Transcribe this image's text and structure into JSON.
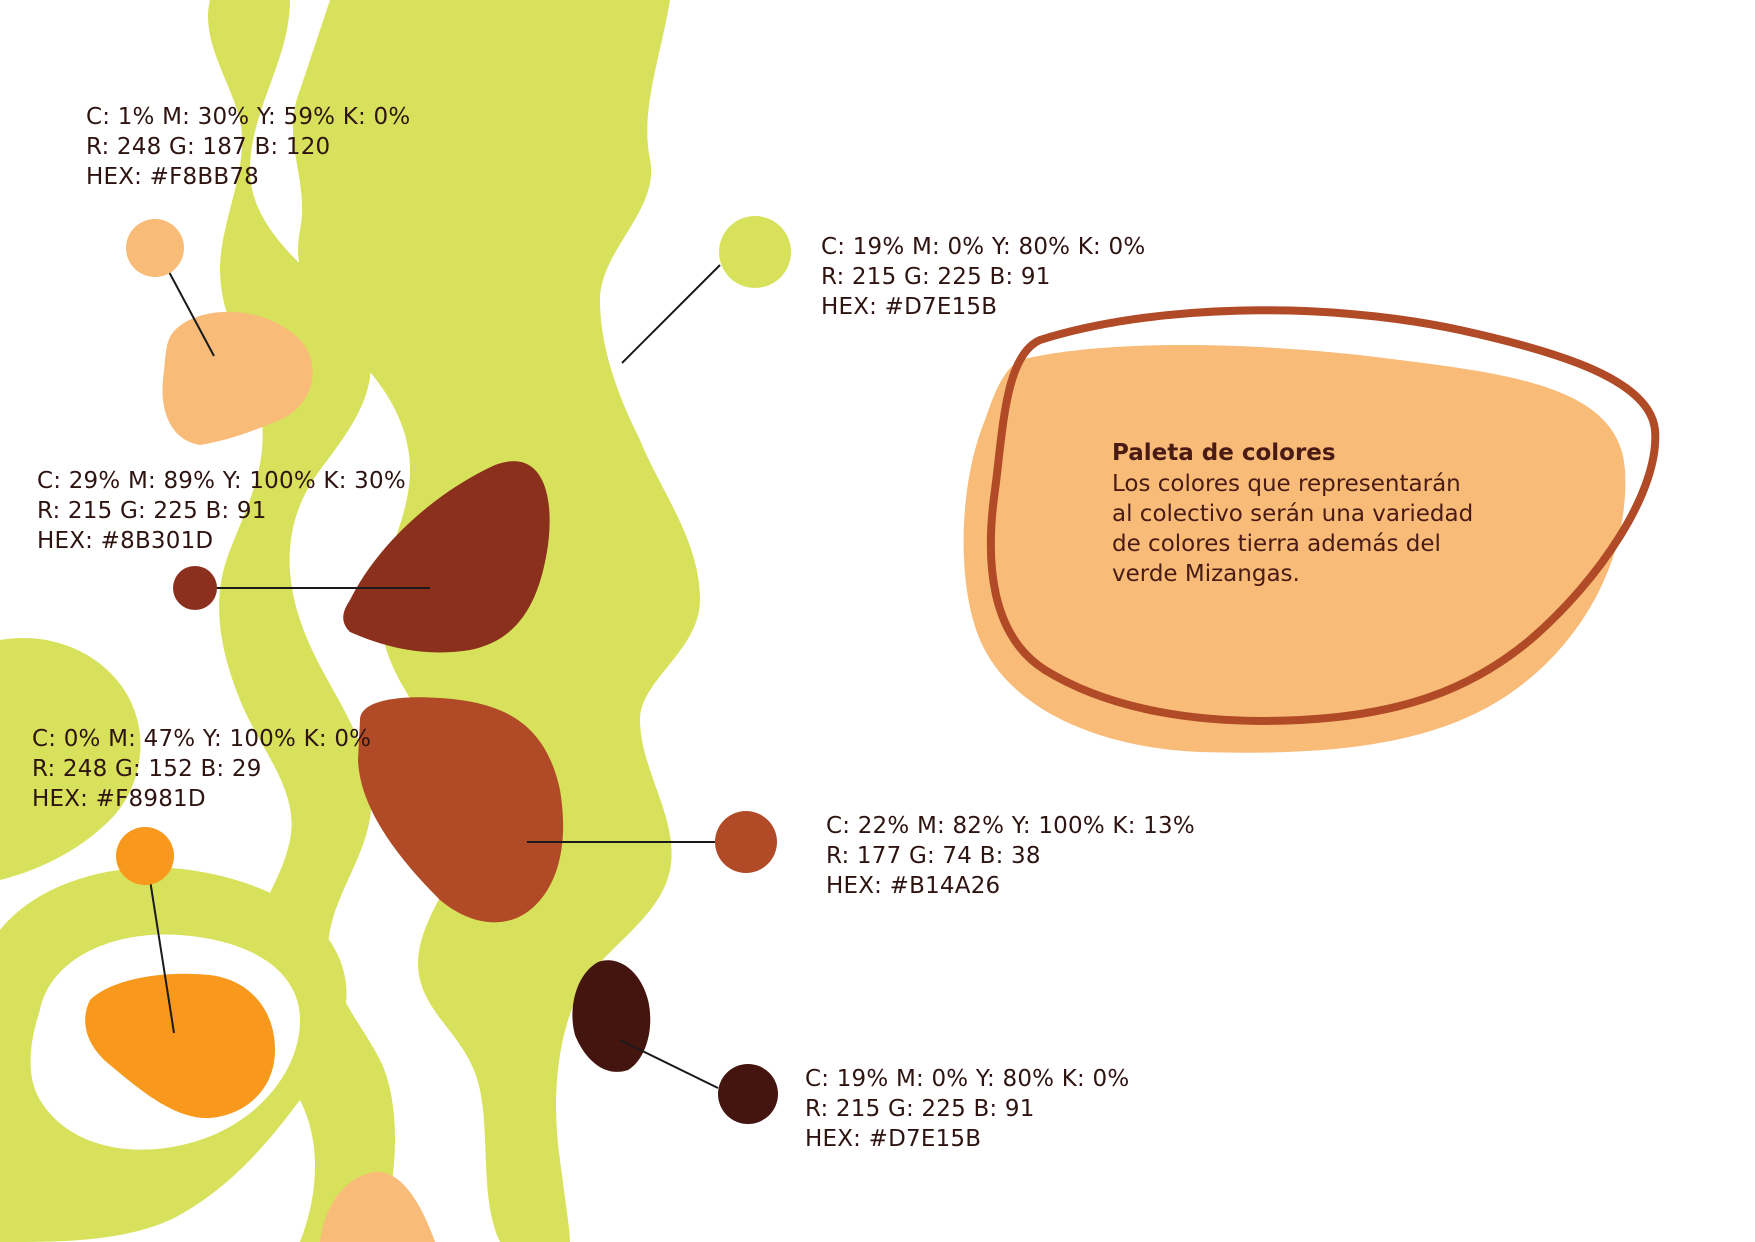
{
  "colors": {
    "lime": "#D7E15B",
    "peach": "#F8BB78",
    "maroon": "#8B301D",
    "orange": "#F8981D",
    "rust": "#B14A26",
    "dark_brown": "#44140E",
    "outline": "#B14A26"
  },
  "swatches": [
    {
      "cmyk": "C: 1% M: 30% Y: 59% K: 0%",
      "rgb": "R: 248 G: 187 B: 120",
      "hex": "HEX: #F8BB78"
    },
    {
      "cmyk": "C: 19% M: 0% Y: 80% K: 0%",
      "rgb": "R: 215 G: 225 B: 91",
      "hex": "HEX: #D7E15B"
    },
    {
      "cmyk": "C: 29% M: 89% Y: 100% K: 30%",
      "rgb": "R: 215 G: 225 B: 91",
      "hex": "HEX: #8B301D"
    },
    {
      "cmyk": "C: 0% M: 47% Y: 100% K: 0%",
      "rgb": "R: 248 G: 152 B: 29",
      "hex": "HEX: #F8981D"
    },
    {
      "cmyk": "C: 22% M: 82% Y: 100% K: 13%",
      "rgb": "R: 177 G: 74 B: 38",
      "hex": "HEX: #B14A26"
    },
    {
      "cmyk": "C: 19% M: 0% Y: 80% K: 0%",
      "rgb": "R: 215 G: 225 B: 91",
      "hex": "HEX: #D7E15B"
    }
  ],
  "info": {
    "title": "Paleta de colores",
    "lines": [
      "Los colores que representarán",
      "al colectivo serán una variedad",
      "de colores tierra además del",
      "verde Mizangas."
    ]
  }
}
